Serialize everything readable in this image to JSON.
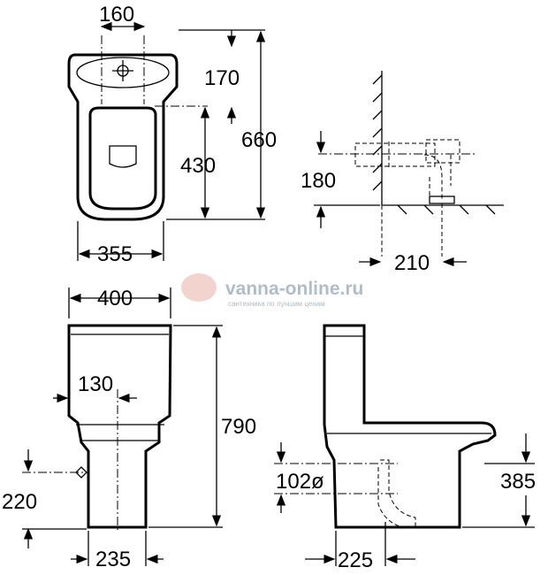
{
  "drawing": {
    "top_view": {
      "width_top": "160",
      "offset": "170",
      "depth": "660",
      "seat": "430",
      "width_bottom": "355"
    },
    "side_connection": {
      "height": "180",
      "distance": "210"
    },
    "front_view": {
      "width": "400",
      "axis": "130",
      "height": "790",
      "inlet": "220",
      "base": "235"
    },
    "side_view": {
      "pipe": "102ø",
      "outlet_height": "385",
      "outlet_distance": "225"
    }
  },
  "watermark": {
    "brand": "vanna-online.ru",
    "tagline": "сантехника по лучшим ценам",
    "color": "#e8a89c"
  }
}
